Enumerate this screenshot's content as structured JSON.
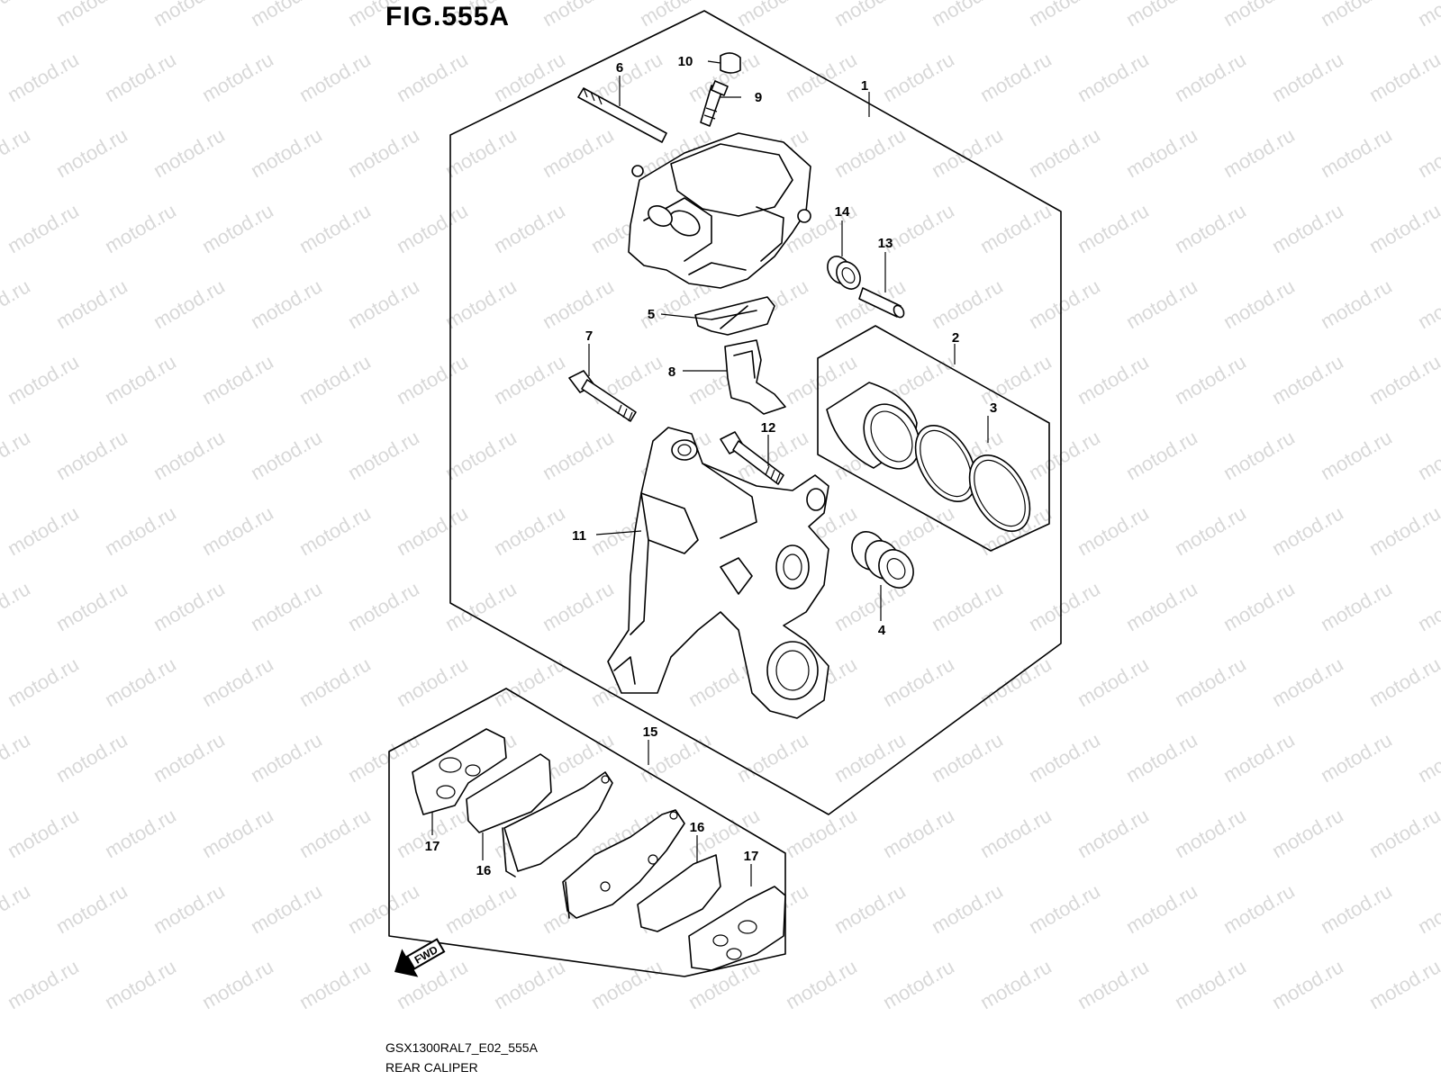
{
  "figure": {
    "title": "FIG.555A",
    "code": "GSX1300RAL7_E02_555A",
    "name": "REAR CALIPER",
    "direction_label": "FWD"
  },
  "watermark": {
    "text": "motod.ru"
  },
  "callouts": [
    {
      "id": "c1",
      "label": "1"
    },
    {
      "id": "c2",
      "label": "2"
    },
    {
      "id": "c3",
      "label": "3"
    },
    {
      "id": "c4",
      "label": "4"
    },
    {
      "id": "c5",
      "label": "5"
    },
    {
      "id": "c6",
      "label": "6"
    },
    {
      "id": "c7",
      "label": "7"
    },
    {
      "id": "c8",
      "label": "8"
    },
    {
      "id": "c9",
      "label": "9"
    },
    {
      "id": "c10",
      "label": "10"
    },
    {
      "id": "c11",
      "label": "11"
    },
    {
      "id": "c12",
      "label": "12"
    },
    {
      "id": "c13",
      "label": "13"
    },
    {
      "id": "c14",
      "label": "14"
    },
    {
      "id": "c15",
      "label": "15"
    },
    {
      "id": "c16a",
      "label": "16"
    },
    {
      "id": "c16b",
      "label": "16"
    },
    {
      "id": "c17a",
      "label": "17"
    },
    {
      "id": "c17b",
      "label": "17"
    }
  ]
}
